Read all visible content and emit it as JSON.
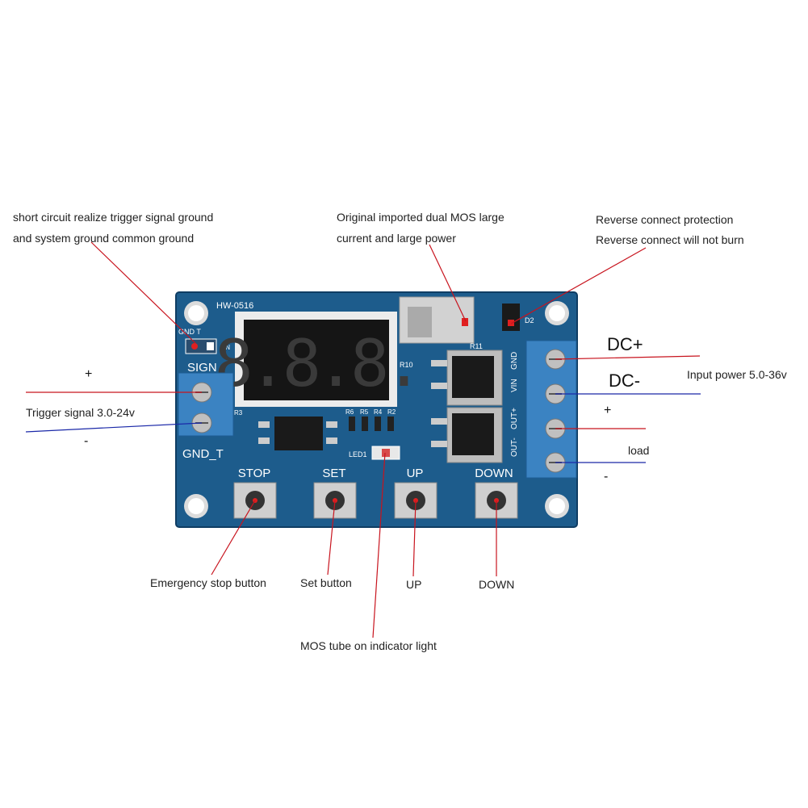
{
  "callouts": {
    "trigger_common_ground_line1": "short circuit realize trigger signal ground",
    "trigger_common_ground_line2": "and system ground common ground",
    "mos_line1": "Original imported dual MOS large",
    "mos_line2": "current and large power",
    "reverse_line1": "Reverse connect protection",
    "reverse_line2": "Reverse connect will not burn",
    "input_power": "Input power 5.0-36v",
    "load": "load",
    "trigger_signal": "Trigger signal 3.0-24v",
    "emergency_stop": "Emergency stop button",
    "set_button": "Set button",
    "up": "UP",
    "down": "DOWN",
    "mos_indicator": "MOS tube on indicator light"
  },
  "terminals": {
    "dc_plus": "DC+",
    "dc_minus": "DC-",
    "load_plus": "+",
    "load_minus": "-",
    "trigger_plus": "+",
    "trigger_minus": "-"
  },
  "board": {
    "model": "HW-0516",
    "display": "8.8.8.",
    "sign_label": "SIGN",
    "gnd_t_label": "GND_T",
    "gnd_t_pads": "GND T",
    "buttons": [
      "STOP",
      "SET",
      "UP",
      "DOWN"
    ],
    "right_labels": [
      "VIN",
      "GND",
      "OUT+",
      "OUT-"
    ],
    "refs": {
      "r10": "R10",
      "r11": "R11",
      "d2": "D2",
      "led1": "LED1",
      "r3": "R3",
      "r6": "R6",
      "r5": "R5",
      "r4": "R4",
      "r2": "R2",
      "gn": "GN"
    }
  },
  "colors": {
    "board": "#1d5c8c",
    "terminal": "#3b83c2",
    "red_line": "#c8141e",
    "blue_line": "#1a28a8"
  }
}
